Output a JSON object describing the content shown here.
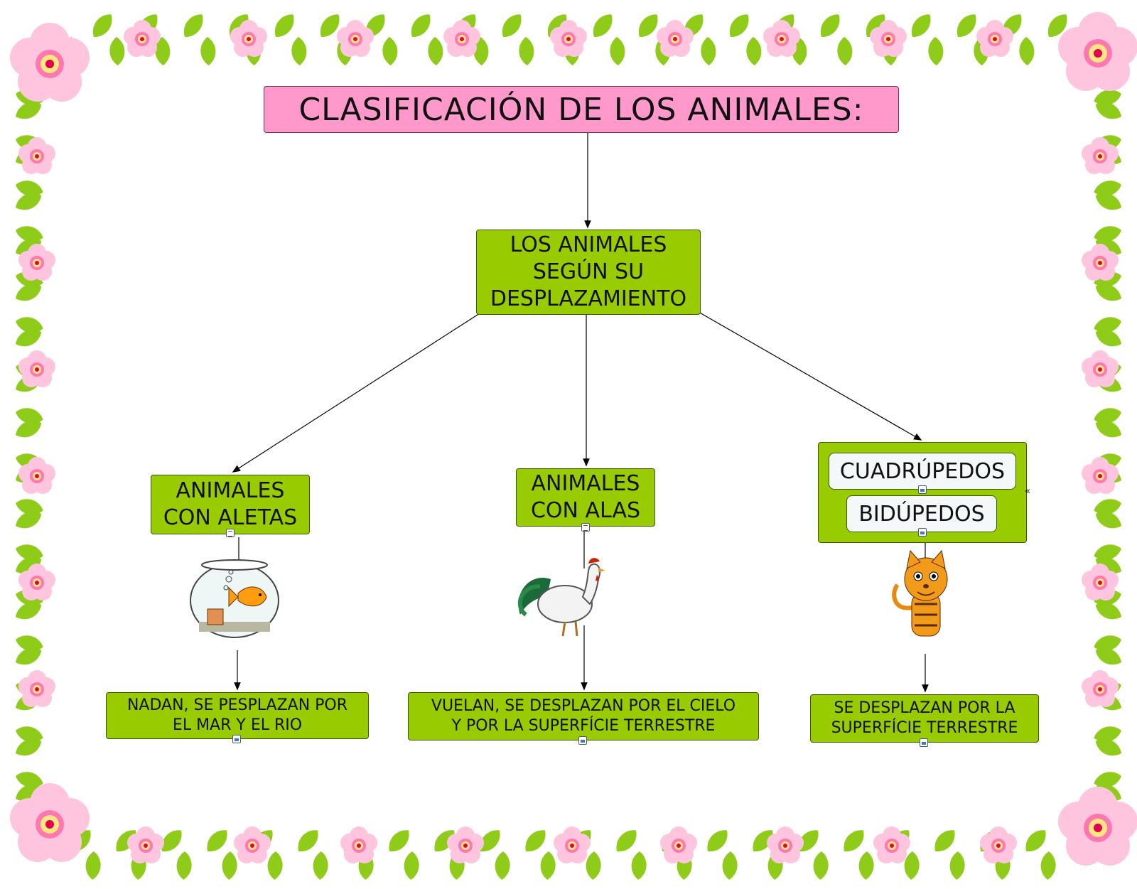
{
  "title": "CLASIFICACIÓN DE LOS ANIMALES:",
  "root": "LOS ANIMALES\nSEGÚN SU\nDESPLAZAMIENTO",
  "branches": [
    {
      "label": "ANIMALES\nCON ALETAS",
      "description": "NADAN, SE PESPLAZAN POR\nEL MAR Y EL RIO",
      "image": "fishbowl-icon"
    },
    {
      "label": "ANIMALES\nCON ALAS",
      "description": "VUELAN, SE DESPLAZAN POR EL CIELO\nY POR LA SUPERFÍCIE TERRESTRE",
      "image": "rooster-icon"
    },
    {
      "label": [
        "CUADRÚPEDOS",
        "BIDÚPEDOS"
      ],
      "description": "SE DESPLAZAN POR LA\nSUPERFÍCIE TERRESTRE",
      "image": "cat-icon"
    }
  ],
  "collapse_symbol": "«",
  "colors": {
    "title_fill": "#ff99cc",
    "node_fill": "#99cc00",
    "border_flower": "#ffc0dc",
    "leaf": "#8fcc1a"
  }
}
